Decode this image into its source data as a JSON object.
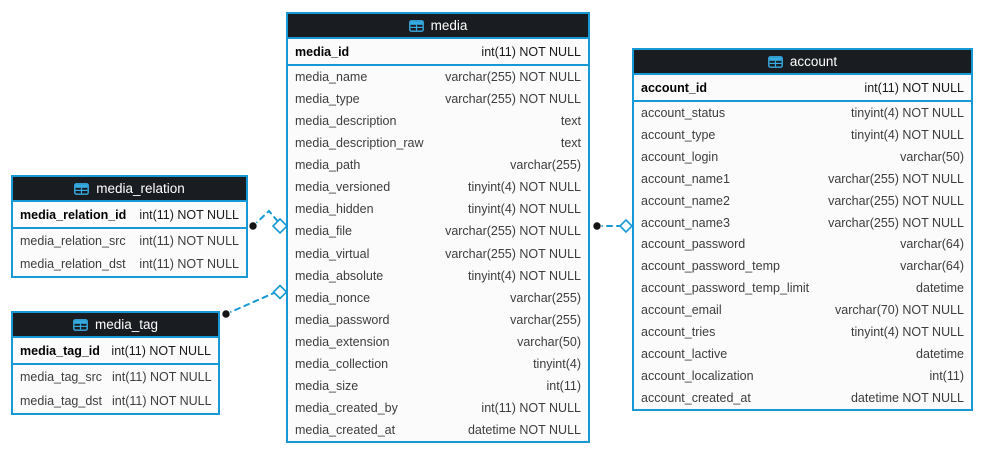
{
  "diagram": {
    "tables": [
      {
        "name": "media_relation",
        "icon": "table-icon",
        "columns": [
          {
            "name": "media_relation_id",
            "type": "int(11) NOT NULL",
            "pk": true
          },
          {
            "name": "media_relation_src",
            "type": "int(11) NOT NULL"
          },
          {
            "name": "media_relation_dst",
            "type": "int(11) NOT NULL"
          }
        ]
      },
      {
        "name": "media_tag",
        "icon": "table-icon",
        "columns": [
          {
            "name": "media_tag_id",
            "type": "int(11) NOT NULL",
            "pk": true
          },
          {
            "name": "media_tag_src",
            "type": "int(11) NOT NULL"
          },
          {
            "name": "media_tag_dst",
            "type": "int(11) NOT NULL"
          }
        ]
      },
      {
        "name": "media",
        "icon": "table-icon",
        "columns": [
          {
            "name": "media_id",
            "type": "int(11) NOT NULL",
            "pk": true
          },
          {
            "name": "media_name",
            "type": "varchar(255) NOT NULL"
          },
          {
            "name": "media_type",
            "type": "varchar(255) NOT NULL"
          },
          {
            "name": "media_description",
            "type": "text"
          },
          {
            "name": "media_description_raw",
            "type": "text"
          },
          {
            "name": "media_path",
            "type": "varchar(255)"
          },
          {
            "name": "media_versioned",
            "type": "tinyint(4) NOT NULL"
          },
          {
            "name": "media_hidden",
            "type": "tinyint(4) NOT NULL"
          },
          {
            "name": "media_file",
            "type": "varchar(255) NOT NULL"
          },
          {
            "name": "media_virtual",
            "type": "varchar(255) NOT NULL"
          },
          {
            "name": "media_absolute",
            "type": "tinyint(4) NOT NULL"
          },
          {
            "name": "media_nonce",
            "type": "varchar(255)"
          },
          {
            "name": "media_password",
            "type": "varchar(255)"
          },
          {
            "name": "media_extension",
            "type": "varchar(50)"
          },
          {
            "name": "media_collection",
            "type": "tinyint(4)"
          },
          {
            "name": "media_size",
            "type": "int(11)"
          },
          {
            "name": "media_created_by",
            "type": "int(11) NOT NULL"
          },
          {
            "name": "media_created_at",
            "type": "datetime NOT NULL"
          }
        ]
      },
      {
        "name": "account",
        "icon": "table-icon",
        "columns": [
          {
            "name": "account_id",
            "type": "int(11) NOT NULL",
            "pk": true
          },
          {
            "name": "account_status",
            "type": "tinyint(4) NOT NULL"
          },
          {
            "name": "account_type",
            "type": "tinyint(4) NOT NULL"
          },
          {
            "name": "account_login",
            "type": "varchar(50)"
          },
          {
            "name": "account_name1",
            "type": "varchar(255) NOT NULL"
          },
          {
            "name": "account_name2",
            "type": "varchar(255) NOT NULL"
          },
          {
            "name": "account_name3",
            "type": "varchar(255) NOT NULL"
          },
          {
            "name": "account_password",
            "type": "varchar(64)"
          },
          {
            "name": "account_password_temp",
            "type": "varchar(64)"
          },
          {
            "name": "account_password_temp_limit",
            "type": "datetime"
          },
          {
            "name": "account_email",
            "type": "varchar(70) NOT NULL"
          },
          {
            "name": "account_tries",
            "type": "tinyint(4) NOT NULL"
          },
          {
            "name": "account_lactive",
            "type": "datetime"
          },
          {
            "name": "account_localization",
            "type": "int(11)"
          },
          {
            "name": "account_created_at",
            "type": "datetime NOT NULL"
          }
        ]
      }
    ],
    "relationships": [
      {
        "from": "media_relation",
        "to": "media",
        "line": "dashed",
        "from_marker": "dot",
        "to_marker": "open-diamond"
      },
      {
        "from": "media_tag",
        "to": "media",
        "line": "dashed",
        "from_marker": "dot",
        "to_marker": "open-diamond"
      },
      {
        "from": "media",
        "to": "account",
        "line": "dashed",
        "from_marker": "dot",
        "to_marker": "open-diamond"
      }
    ]
  },
  "colors": {
    "accent_blue": "#1799d5",
    "header_bg": "#191c20",
    "header_text": "#ffffff",
    "row_text": "#3d3d3d",
    "pk_text": "#000000",
    "table_bg": "#fbfbfb",
    "icon_blue": "#36ace4",
    "dot": "#141414"
  }
}
